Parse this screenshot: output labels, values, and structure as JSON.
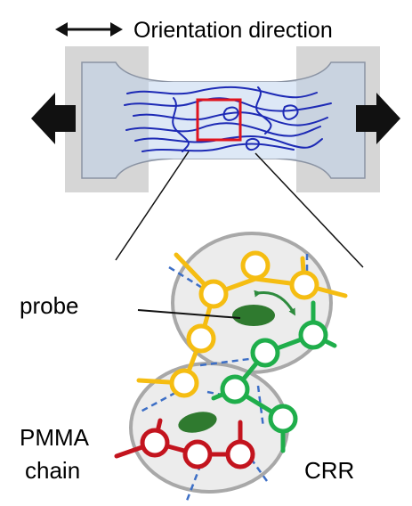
{
  "labels": {
    "orientation": "Orientation direction",
    "probe": "probe",
    "pmma_line1": "PMMA",
    "pmma_line2": "chain",
    "crr": "CRR"
  },
  "colors": {
    "clamp": "#d6d6d6",
    "sample": "#c9d3e0",
    "sample_window": "#dde8f6",
    "chain_blue": "#1d2ab5",
    "highlight_box": "#e0141e",
    "arrow": "#111111",
    "crr_fill": "#ececec",
    "crr_border": "#a8a8a8",
    "chain_yellow": "#f5bd12",
    "chain_green": "#1fae4b",
    "chain_red": "#c3141e",
    "probe": "#2f7a2f",
    "dashed_link": "#3d6fc6",
    "rotation_arrow": "#2e8b3e"
  },
  "icons": {
    "orientation_indicator": "double-headed-arrow-icon",
    "pull_left": "left-arrow-icon",
    "pull_right": "right-arrow-icon"
  }
}
